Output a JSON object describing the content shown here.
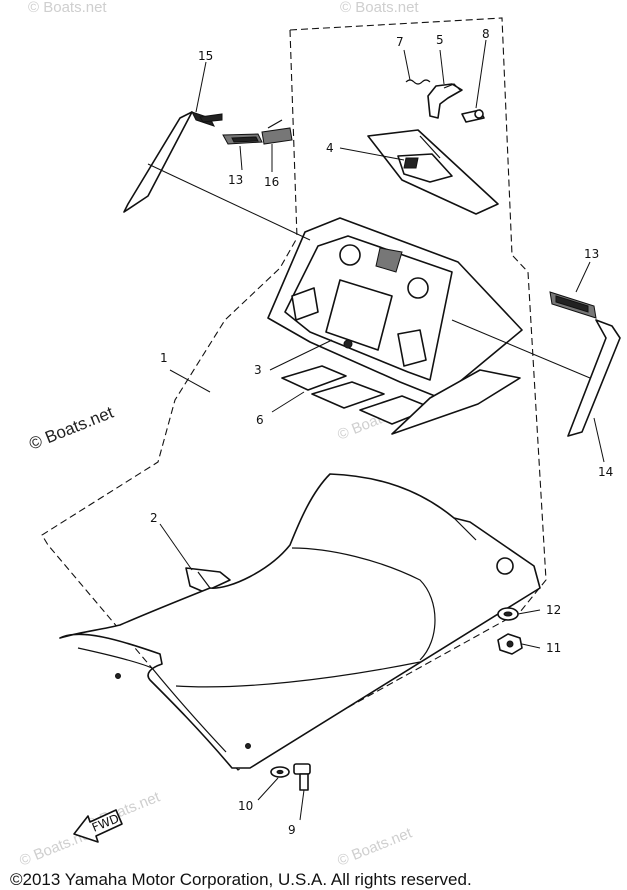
{
  "callouts": {
    "c1": "1",
    "c2": "2",
    "c3": "3",
    "c4": "4",
    "c5": "5",
    "c6": "6",
    "c7": "7",
    "c8": "8",
    "c9": "9",
    "c10": "10",
    "c11": "11",
    "c12": "12",
    "c13a": "13",
    "c13b": "13",
    "c14": "14",
    "c15": "15",
    "c16": "16"
  },
  "front_arrow_label": "FWD",
  "watermarks": {
    "main": "© Boats.net",
    "faint": "© Boats.net"
  },
  "copyright": "©2013 Yamaha Motor Corporation, U.S.A. All rights reserved."
}
